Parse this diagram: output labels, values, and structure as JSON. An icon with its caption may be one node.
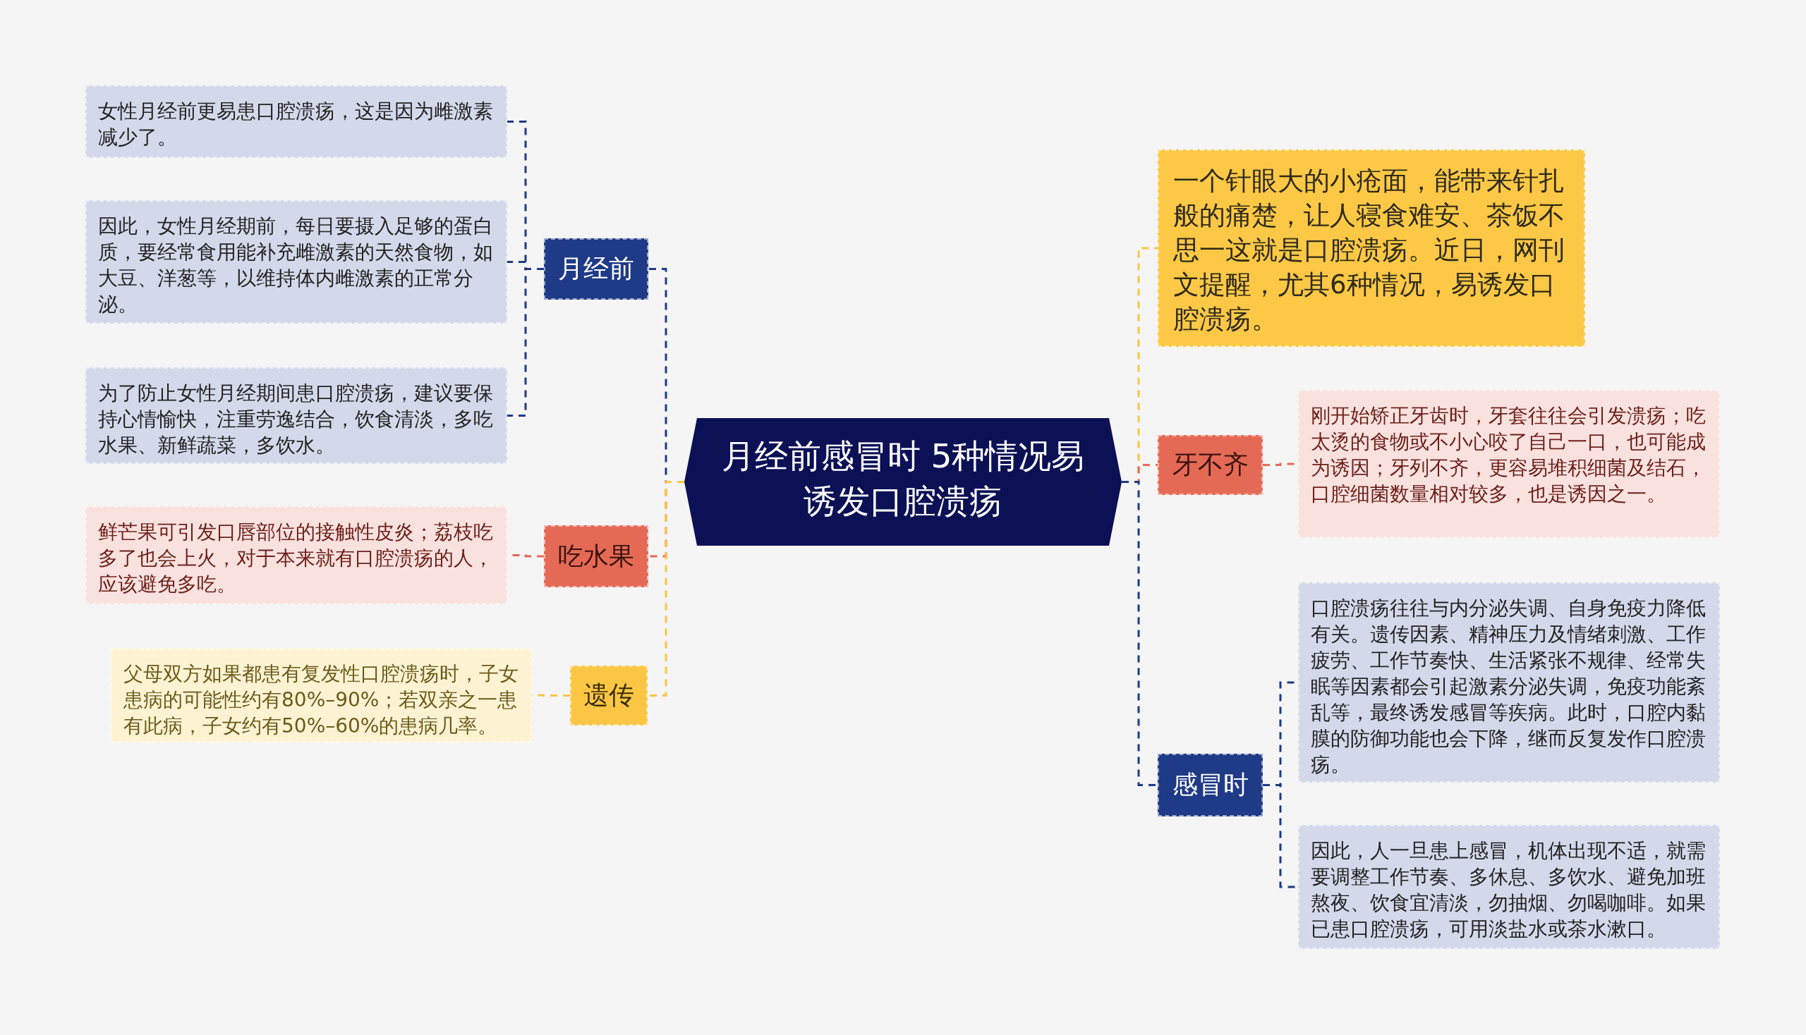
{
  "diagram": {
    "nodes": [
      {
        "text": [
          "月经前感冒时 5种情况易诱发口腔溃疡"
        ]
      },
      {
        "text": [
          "月经前"
        ]
      },
      {
        "text": [
          "女性月经前更易患口腔溃疡，这是因为雌激素减少了。"
        ]
      },
      {
        "text": [
          "因此，女性月经期前，每日要摄入足够的蛋白质，要经常食用能补充雌激素的天然食物，如大豆、洋葱等，以维持体内雌激素的正常分泌。"
        ]
      },
      {
        "text": [
          "为了防止女性月经期间患口腔溃疡，建议要保持心情愉快，注重劳逸结合，饮食清淡，多吃水果、新鲜蔬菜，多饮水。"
        ]
      },
      {
        "text": [
          "吃水果"
        ]
      },
      {
        "text": [
          "鲜芒果可引发口唇部位的接触性皮炎；荔枝吃多了也会上火，对于本来就有口腔溃疡的人，应该避免多吃。"
        ]
      },
      {
        "text": [
          "遗传"
        ]
      },
      {
        "text": [
          "父母双方如果都患有复发性口腔溃疡时，子女患病的可能性约有80%–90%；若双亲之一患有此病，子女约有50%–60%的患病几率。"
        ]
      },
      {
        "text": [
          "一个针眼大的小疮面，能带来针扎般的痛楚，让人寝食难安、茶饭不思一这就是口腔溃疡。近日，网刊文提醒，尤其6种情况，易诱发口腔溃疡。"
        ]
      },
      {
        "text": [
          "牙不齐"
        ]
      },
      {
        "text": [
          "刚开始矫正牙齿时，牙套往往会引发溃疡；吃太烫的食物或不小心咬了自己一口，也可能成为诱因；牙列不齐，更容易堆积细菌及结石，口腔细菌数量相对较多，也是诱因之一。"
        ]
      },
      {
        "text": [
          "感冒时"
        ]
      },
      {
        "text": [
          "口腔溃疡往往与内分泌失调、自身免疫力降低有关。遗传因素、精神压力及情绪刺激、工作疲劳、工作节奏快、生活紧张不规律、经常失眠等因素都会引起激素分泌失调，免疫功能紊乱等，最终诱发感冒等疾病。此时，口腔内黏膜的防御功能也会下降，继而反复发作口腔溃疡。"
        ]
      },
      {
        "text": [
          "因此，人一旦患上感冒，机体出现不适，就需要调整工作节奏、多休息、多饮水、避免加班熬夜、饮食宜清淡，勿抽烟、勿喝咖啡。如果已患口腔溃疡，可用淡盐水或茶水漱口。"
        ]
      }
    ],
    "edges": [
      {
        "from": 0,
        "to": 1,
        "arrow": "none",
        "style": "dashed",
        "color": "#1f3a86"
      },
      {
        "from": 1,
        "to": 2,
        "arrow": "none",
        "style": "dashed",
        "color": "#1f3a86"
      },
      {
        "from": 1,
        "to": 3,
        "arrow": "none",
        "style": "dashed",
        "color": "#1f3a86"
      },
      {
        "from": 1,
        "to": 4,
        "arrow": "none",
        "style": "dashed",
        "color": "#1f3a86"
      },
      {
        "from": 0,
        "to": 5,
        "arrow": "none",
        "style": "dashed",
        "color": "#e46a56"
      },
      {
        "from": 5,
        "to": 6,
        "arrow": "none",
        "style": "dashed",
        "color": "#e46a56"
      },
      {
        "from": 0,
        "to": 7,
        "arrow": "none",
        "style": "dashed",
        "color": "#fbc644"
      },
      {
        "from": 7,
        "to": 8,
        "arrow": "none",
        "style": "dashed",
        "color": "#fbc644"
      },
      {
        "from": 0,
        "to": 9,
        "arrow": "none",
        "style": "dashed",
        "color": "#fbc644"
      },
      {
        "from": 0,
        "to": 10,
        "arrow": "none",
        "style": "dashed",
        "color": "#e46a56"
      },
      {
        "from": 10,
        "to": 11,
        "arrow": "none",
        "style": "dashed",
        "color": "#e46a56"
      },
      {
        "from": 0,
        "to": 12,
        "arrow": "none",
        "style": "dashed",
        "color": "#1f3a86"
      },
      {
        "from": 12,
        "to": 13,
        "arrow": "none",
        "style": "dashed",
        "color": "#1f3a86"
      },
      {
        "from": 12,
        "to": 14,
        "arrow": "none",
        "style": "dashed",
        "color": "#1f3a86"
      }
    ]
  }
}
